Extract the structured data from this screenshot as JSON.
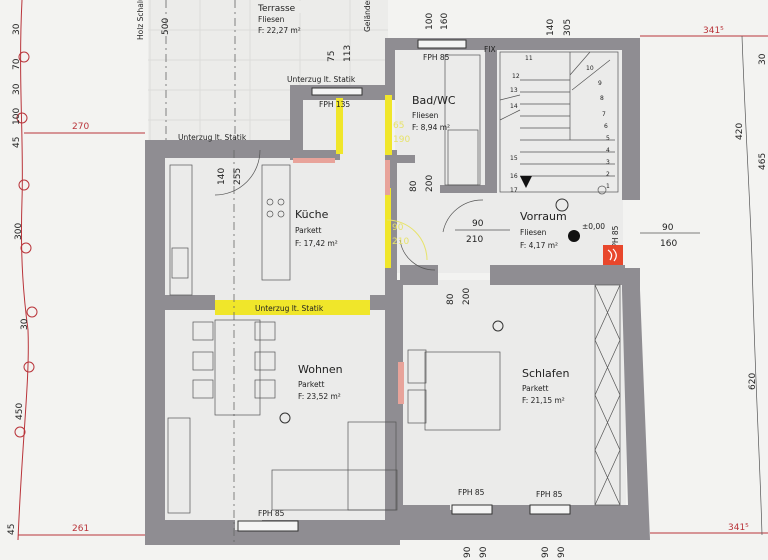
{
  "plan": {
    "terrace": {
      "name": "Terrasse",
      "floor": "Fliesen",
      "area": "F: 22,27 m²"
    },
    "rooms": {
      "bath": {
        "name": "Bad/WC",
        "floor": "Fliesen",
        "area": "F: 8,94 m²"
      },
      "kitchen": {
        "name": "Küche",
        "floor": "Parkett",
        "area": "F: 17,42 m²"
      },
      "hall": {
        "name": "Vorraum",
        "floor": "Fliesen",
        "area": "F: 4,17 m²"
      },
      "living": {
        "name": "Wohnen",
        "floor": "Parkett",
        "area": "F: 23,52 m²"
      },
      "bedroom": {
        "name": "Schlafen",
        "floor": "Parkett",
        "area": "F: 21,15 m²"
      }
    },
    "labels": {
      "wood_cladding": "Holz Schalung H:",
      "railing": "Geländer",
      "beam": "Unterzug lt. Statik",
      "fix": "FIX",
      "window_85": "FPH 85",
      "window_135": "FPH 135",
      "level": "±0,00"
    },
    "openings": {
      "bath_door": [
        "65",
        "190"
      ],
      "kitchen_window": [
        "140",
        "255"
      ],
      "bath_side_door": [
        "80",
        "200"
      ],
      "kitchen_door": [
        "90",
        "210"
      ],
      "hall_door": [
        "90",
        "210"
      ],
      "entrance_door": [
        "90",
        "160"
      ],
      "bedroom_door": [
        "80",
        "200"
      ],
      "top_window": [
        "100",
        "160"
      ],
      "stair_window": [
        "140",
        "305"
      ],
      "terrace_dims": [
        "75",
        "113"
      ]
    },
    "dimensions": {
      "terrace_depth": "500",
      "left_top": "270",
      "left_bottom": "261",
      "right_top": "341⁵",
      "right_bottom": "341⁵",
      "right_upper": "420",
      "right_total": "465",
      "right_lower": "620",
      "right_small": "30",
      "left_chain": [
        "30",
        "70",
        "30",
        "100",
        "45",
        "300",
        "30",
        "450",
        "45"
      ],
      "bottom": [
        "90",
        "90",
        "90",
        "90"
      ]
    },
    "stair_steps": [
      "1",
      "2",
      "3",
      "4",
      "5",
      "6",
      "7",
      "8",
      "9",
      "10",
      "11",
      "12",
      "13",
      "14",
      "15",
      "16",
      "17"
    ],
    "colors": {
      "wall": "#8f8d92",
      "dimension": "#b9343a",
      "beam": "#f0e62a",
      "fire_sign": "#e8472c"
    }
  }
}
